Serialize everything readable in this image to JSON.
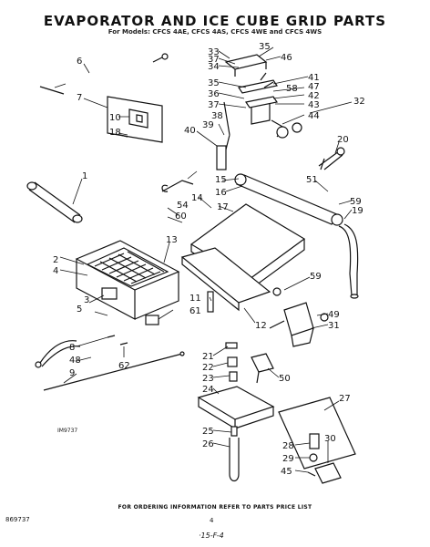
{
  "title": "EVAPORATOR AND ICE CUBE GRID PARTS",
  "subtitle": "For Models: CFCS 4AE, CFCS 4AS, CFCS 4WE and CFCS 4WS",
  "image_code": "IM9737",
  "footer": {
    "note": "FOR ORDERING INFORMATION REFER TO PARTS PRICE LIST",
    "code": "869737",
    "page": "4",
    "date": "·15-F-4"
  },
  "labels": [
    "1",
    "2",
    "3",
    "4",
    "5",
    "6",
    "7",
    "8",
    "9",
    "10",
    "11",
    "12",
    "13",
    "14",
    "15",
    "16",
    "17",
    "18",
    "19",
    "20",
    "21",
    "22",
    "23",
    "24",
    "25",
    "26",
    "27",
    "28",
    "29",
    "30",
    "31",
    "32",
    "33",
    "34",
    "35",
    "36",
    "37",
    "38",
    "39",
    "40",
    "41",
    "42",
    "43",
    "44",
    "45",
    "46",
    "47",
    "48",
    "49",
    "50",
    "51",
    "54",
    "58",
    "59",
    "60",
    "61",
    "62"
  ]
}
